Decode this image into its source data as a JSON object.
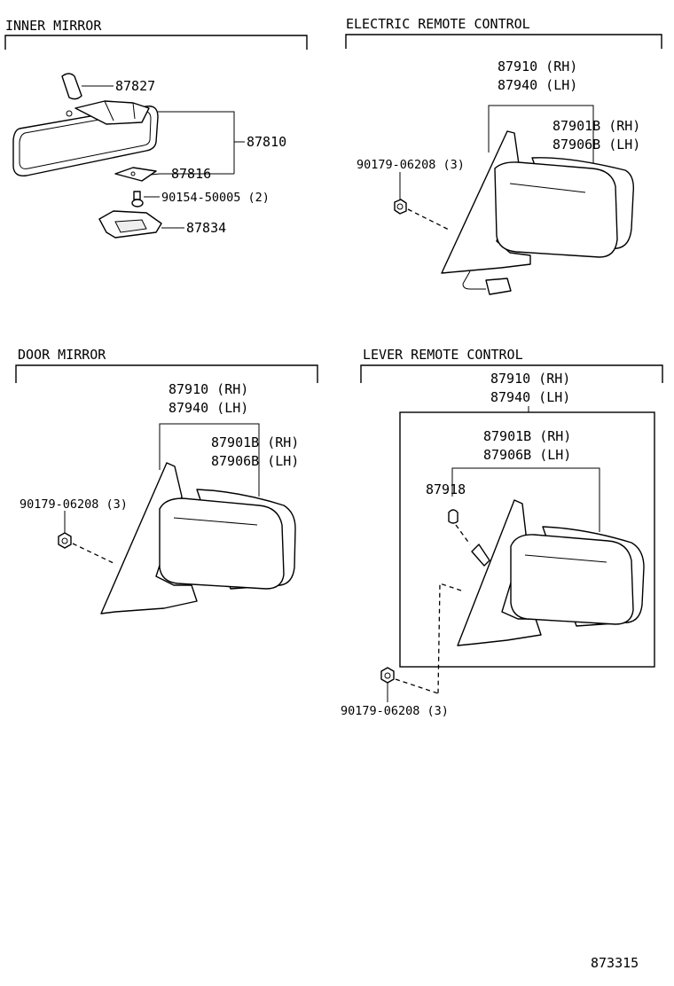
{
  "sections": {
    "inner_mirror": {
      "title": "INNER MIRROR",
      "labels": {
        "p87827": "87827",
        "p87810": "87810",
        "p87816": "87816",
        "p90154": "90154-50005 (2)",
        "p87834": "87834"
      }
    },
    "electric_remote": {
      "title": "ELECTRIC REMOTE CONTROL",
      "labels": {
        "assy_rh": "87910 (RH)",
        "assy_lh": "87940 (LH)",
        "outer_rh": "87901B (RH)",
        "outer_lh": "87906B (LH)",
        "screw": "90179-06208 (3)"
      }
    },
    "door_mirror": {
      "title": "DOOR MIRROR",
      "labels": {
        "assy_rh": "87910 (RH)",
        "assy_lh": "87940 (LH)",
        "outer_rh": "87901B (RH)",
        "outer_lh": "87906B (LH)",
        "screw": "90179-06208 (3)"
      }
    },
    "lever_remote": {
      "title": "LEVER REMOTE CONTROL",
      "labels": {
        "assy_rh": "87910 (RH)",
        "assy_lh": "87940 (LH)",
        "outer_rh": "87901B (RH)",
        "outer_lh": "87906B (LH)",
        "knob": "87918",
        "screw": "90179-06208 (3)"
      }
    }
  },
  "figure_number": "873315"
}
